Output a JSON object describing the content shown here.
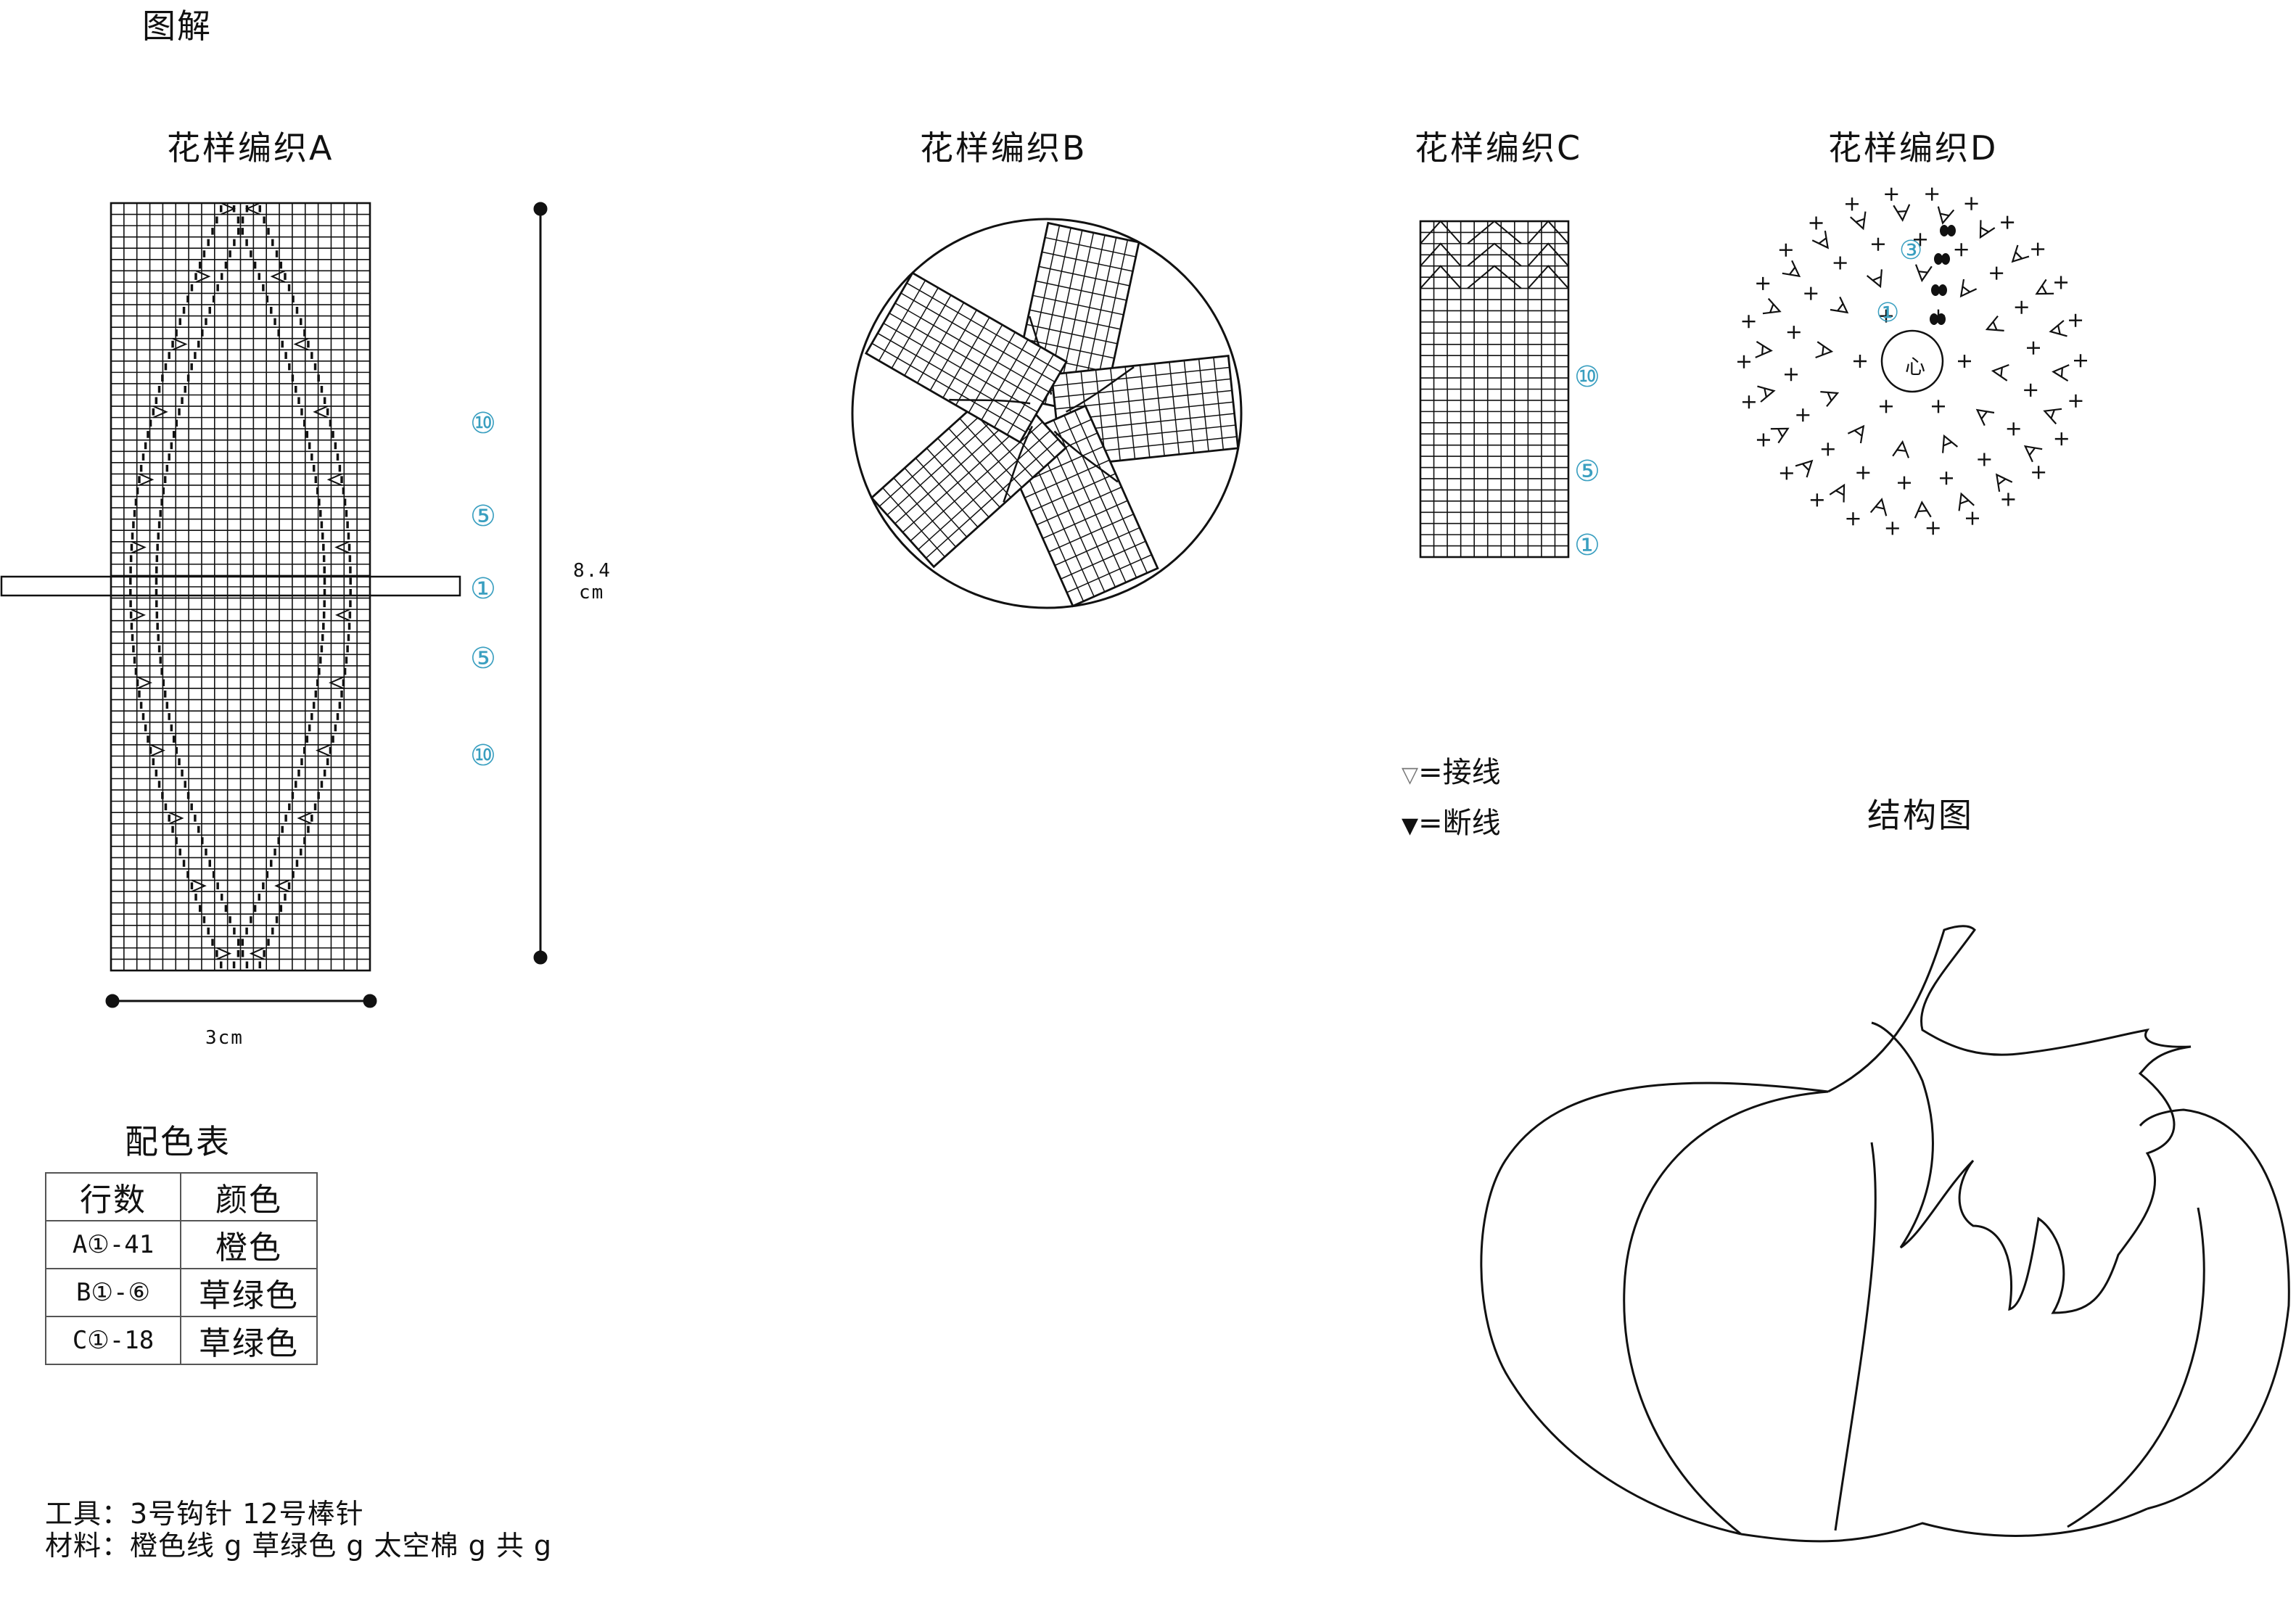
{
  "page_title": "图解",
  "patterns": {
    "a": {
      "title": "花样编织A",
      "width_dim": "3cm",
      "height_value": "8.4",
      "height_unit": "cm",
      "row_marks": [
        "⑩",
        "⑤",
        "①",
        "⑤",
        "⑩"
      ]
    },
    "b": {
      "title": "花样编织B"
    },
    "c": {
      "title": "花样编织C",
      "row_marks": [
        "⑩",
        "⑤",
        "①"
      ]
    },
    "d": {
      "title": "花样编织D",
      "center_label": "心",
      "row_marks": [
        "③",
        "①"
      ]
    }
  },
  "legend": {
    "join": {
      "symbol": "▽",
      "text": "=接线"
    },
    "cut": {
      "symbol": "▼",
      "text": "=断线"
    }
  },
  "structure_title": "结构图",
  "color_table": {
    "title": "配色表",
    "headers": [
      "行数",
      "颜色"
    ],
    "rows": [
      {
        "rows": "A①-41",
        "color": "橙色"
      },
      {
        "rows": "B①-⑥",
        "color": "草绿色"
      },
      {
        "rows": "C①-18",
        "color": "草绿色"
      }
    ]
  },
  "tools": "工具：3号钩针 12号棒针",
  "materials": "材料：橙色线 g 草绿色 g 太空棉 g 共 g",
  "colors": {
    "line": "#111111",
    "circle_number": "#3a9fc0"
  }
}
